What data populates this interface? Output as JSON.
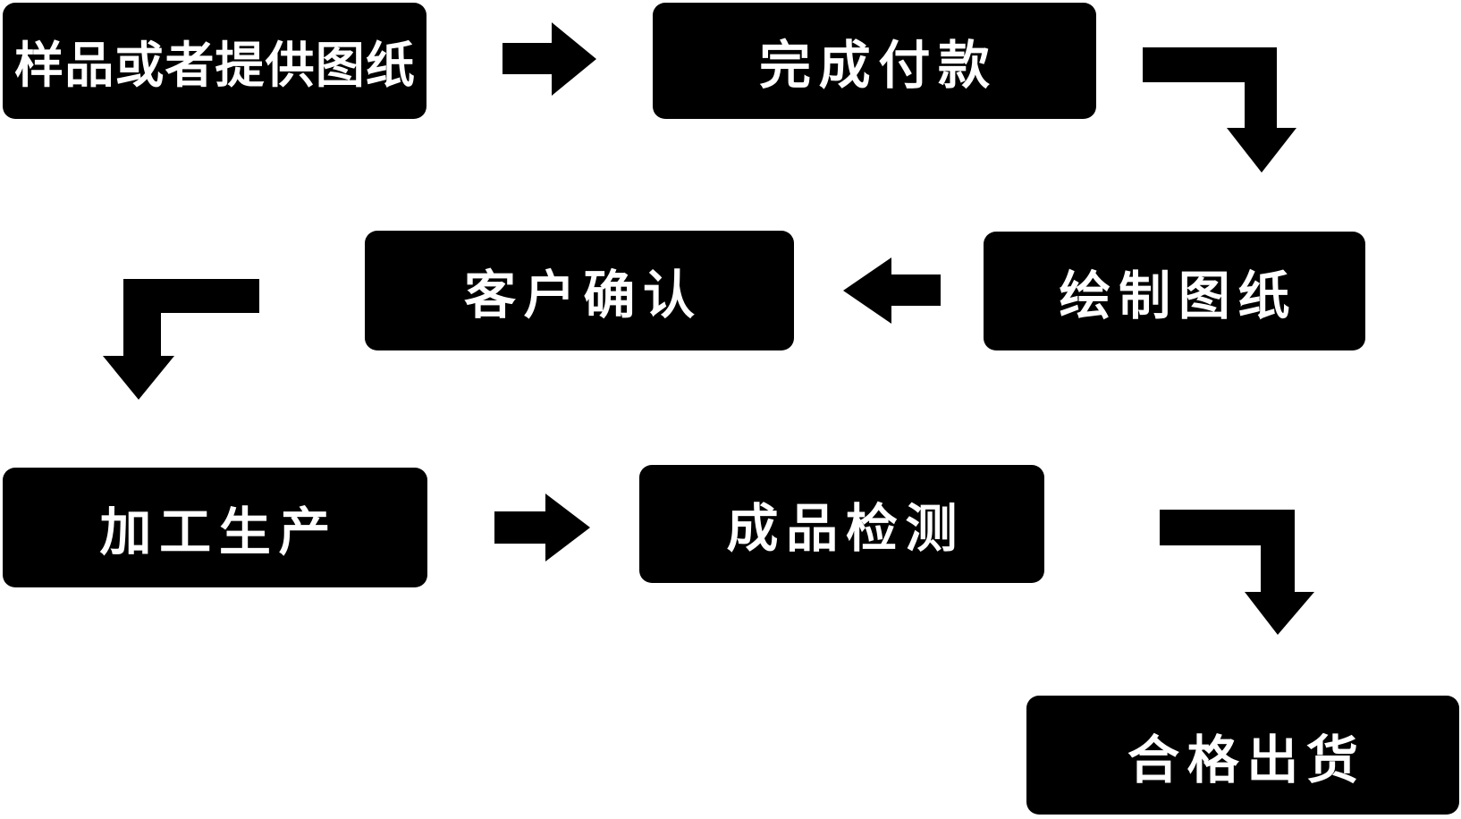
{
  "diagram": {
    "background_color": "#ffffff",
    "node_bg_color": "#000000",
    "node_text_color": "#ffffff",
    "arrow_color": "#000000",
    "nodes": [
      {
        "id": "sample-or-drawing",
        "label": "样品或者提供图纸"
      },
      {
        "id": "complete-payment",
        "label": "完成付款"
      },
      {
        "id": "draw-drawings",
        "label": "绘制图纸"
      },
      {
        "id": "customer-confirm",
        "label": "客户确认"
      },
      {
        "id": "processing-production",
        "label": "加工生产"
      },
      {
        "id": "finished-product-inspection",
        "label": "成品检测"
      },
      {
        "id": "qualified-shipment",
        "label": "合格出货"
      }
    ],
    "edges": [
      {
        "from": "样品或者提供图纸",
        "to": "完成付款",
        "shape": "straight-right"
      },
      {
        "from": "完成付款",
        "to": "绘制图纸",
        "shape": "elbow-right-then-down"
      },
      {
        "from": "绘制图纸",
        "to": "客户确认",
        "shape": "straight-left"
      },
      {
        "from": "客户确认",
        "to": "加工生产",
        "shape": "elbow-left-then-down"
      },
      {
        "from": "加工生产",
        "to": "成品检测",
        "shape": "straight-right"
      },
      {
        "from": "成品检测",
        "to": "合格出货",
        "shape": "elbow-right-then-down"
      }
    ]
  }
}
